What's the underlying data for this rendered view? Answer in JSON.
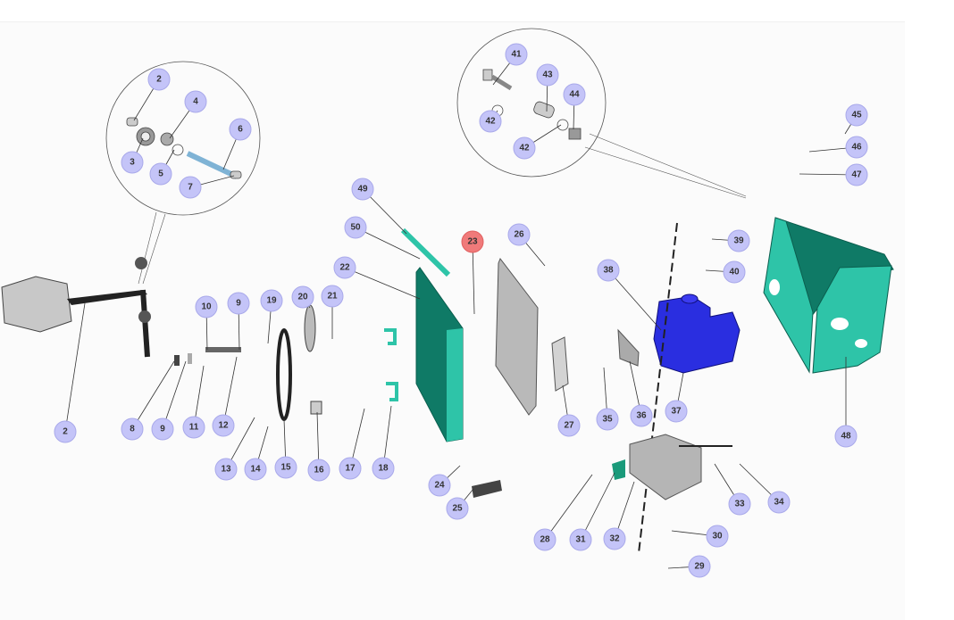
{
  "diagram": {
    "type": "exploded-parts-view",
    "highlighted_callout": "23",
    "colors": {
      "callout": "#c4c4f8",
      "callout_highlight": "#f07a7a",
      "frame_teal": "#2ec4a8",
      "engine_blue": "#2a2ee0",
      "plate_grey": "#b9b9b9"
    },
    "callouts": [
      "2",
      "4",
      "6",
      "3",
      "5",
      "7",
      "41",
      "43",
      "44",
      "42",
      "42",
      "45",
      "46",
      "47",
      "49",
      "50",
      "22",
      "23",
      "26",
      "38",
      "39",
      "40",
      "10",
      "9",
      "19",
      "20",
      "21",
      "2",
      "8",
      "9",
      "11",
      "12",
      "13",
      "14",
      "15",
      "16",
      "17",
      "18",
      "27",
      "35",
      "36",
      "37",
      "48",
      "24",
      "25",
      "33",
      "34",
      "28",
      "31",
      "32",
      "30",
      "29"
    ]
  }
}
